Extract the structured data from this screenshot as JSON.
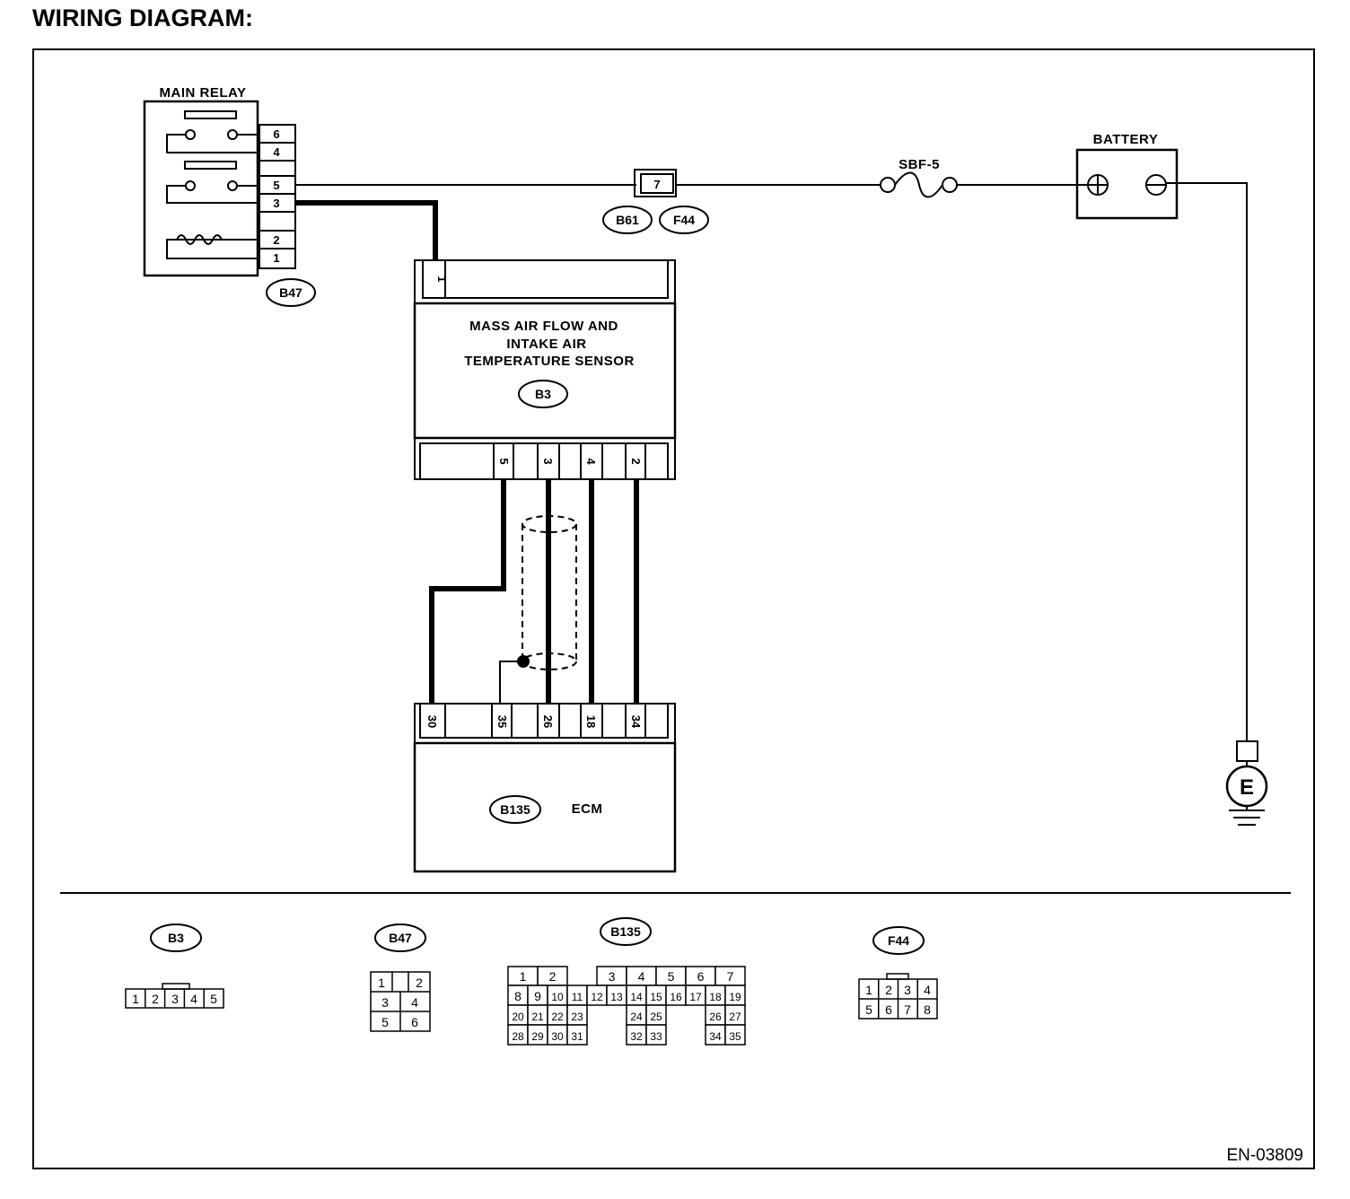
{
  "title": "WIRING DIAGRAM:",
  "figure_code": "EN-03809",
  "components": {
    "main_relay": {
      "label": "MAIN RELAY",
      "connector": "B47",
      "pins": [
        "6",
        "4",
        "5",
        "3",
        "2",
        "1"
      ]
    },
    "joint_connector": {
      "pin": "7",
      "ids": [
        "B61",
        "F44"
      ]
    },
    "fuse": {
      "label": "SBF-5"
    },
    "battery": {
      "label": "BATTERY"
    },
    "ground": {
      "label": "E"
    },
    "sensor": {
      "label_lines": [
        "MASS AIR FLOW AND",
        "INTAKE AIR",
        "TEMPERATURE SENSOR"
      ],
      "connector": "B3",
      "top_pin": "1",
      "bottom_pins": [
        "5",
        "3",
        "4",
        "2"
      ]
    },
    "ecm": {
      "label": "ECM",
      "connector": "B135",
      "pins": [
        "30",
        "35",
        "26",
        "18",
        "34"
      ]
    }
  },
  "connector_views": {
    "b3": {
      "id": "B3",
      "cells": [
        "1",
        "2",
        "3",
        "4",
        "5"
      ]
    },
    "b47": {
      "id": "B47",
      "rows": [
        [
          "1",
          "2"
        ],
        [
          "3",
          "4"
        ],
        [
          "5",
          "6"
        ]
      ]
    },
    "b135": {
      "id": "B135",
      "row1": [
        "1",
        "2",
        "3",
        "4",
        "5",
        "6",
        "7"
      ],
      "row2": [
        "8",
        "9",
        "10",
        "11",
        "12",
        "13",
        "14",
        "15",
        "16",
        "17",
        "18",
        "19"
      ],
      "row3": [
        "20",
        "21",
        "22",
        "23",
        "24",
        "25",
        "26",
        "27"
      ],
      "row4": [
        "28",
        "29",
        "30",
        "31",
        "32",
        "33",
        "34",
        "35"
      ]
    },
    "f44": {
      "id": "F44",
      "rows": [
        [
          "1",
          "2",
          "3",
          "4"
        ],
        [
          "5",
          "6",
          "7",
          "8"
        ]
      ]
    }
  }
}
